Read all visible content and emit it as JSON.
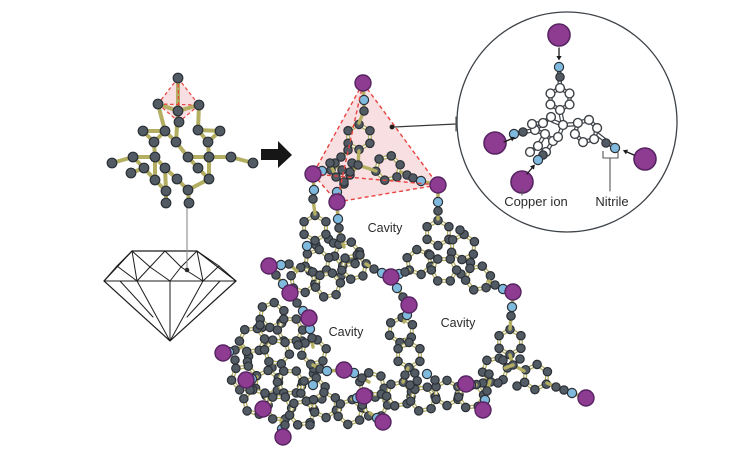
{
  "figure": {
    "type": "scientific-diagram",
    "description": "Diamond lattice motif transformed into a porous copper-nitrile framework with cavities",
    "labels": {
      "cavity1": "Cavity",
      "cavity2": "Cavity",
      "cavity3": "Cavity",
      "copper_ion": "Copper ion",
      "nitrile": "Nitrile"
    },
    "colors": {
      "carbon": "#525a63",
      "carbon_outline": "#2b3036",
      "nitrogen": "#7fb9dd",
      "copper": "#8e3b92",
      "copper_outline": "#572462",
      "bond": "#b3ae62",
      "highlight_fill": "#f7dbdf",
      "highlight_edge": "#e8423d",
      "inset_outline": "#3d4247",
      "figure_line": "#3a3a3a",
      "label_text": "#2b2b2b",
      "arrow": "#161616"
    }
  }
}
